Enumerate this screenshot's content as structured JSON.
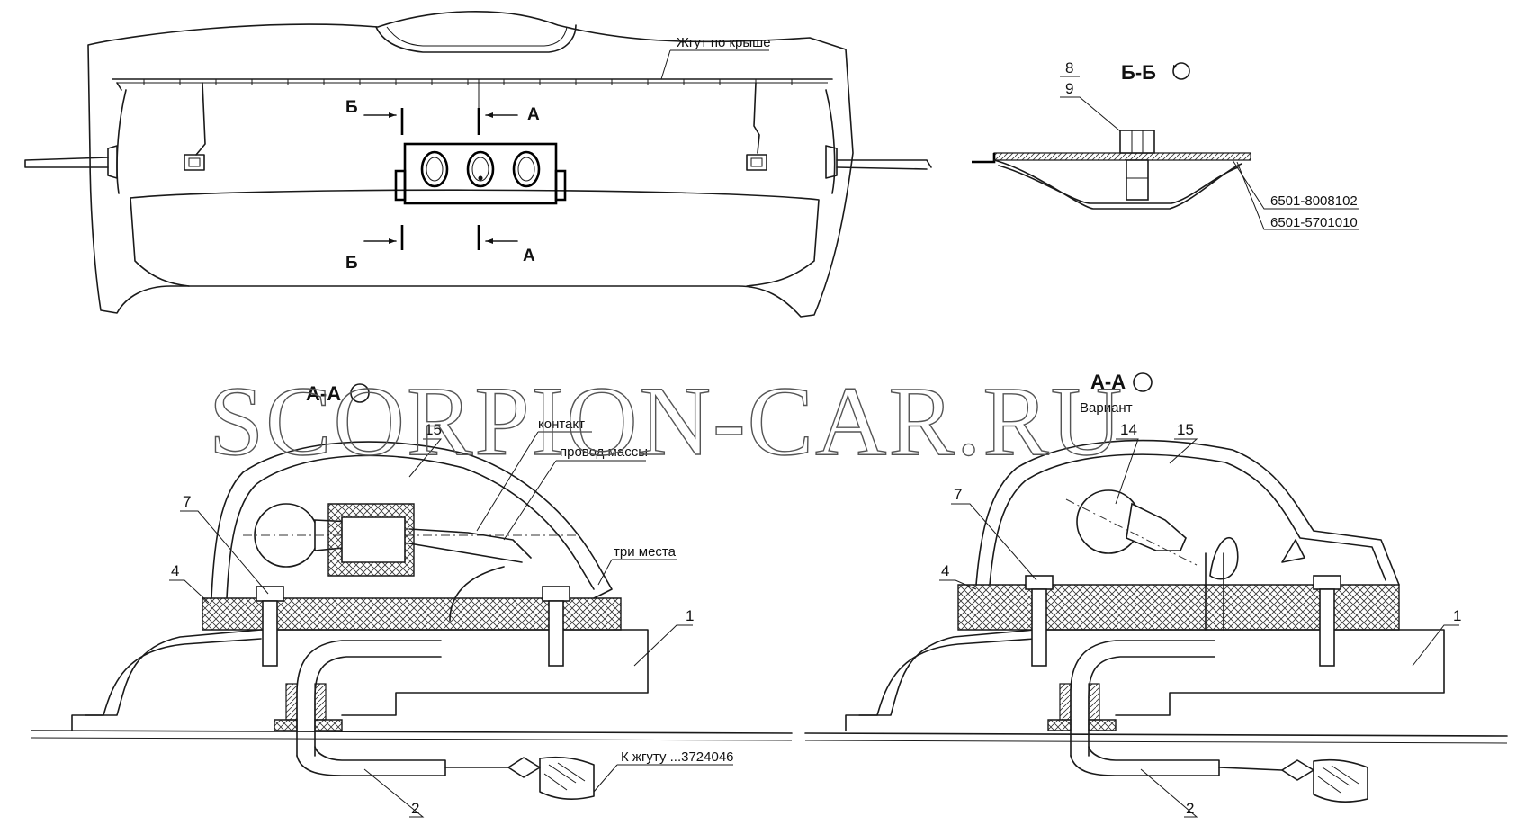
{
  "top_view": {
    "harness_label": "Жгут по крыше",
    "section_b_top": "Б",
    "section_a_top": "А",
    "section_b_bottom": "Б",
    "section_a_bottom": "А"
  },
  "detail_bb": {
    "title": "Б-Б",
    "callout_top": "8",
    "callout_bottom": "9",
    "part_1": "6501-8008102",
    "part_2": "6501-5701010"
  },
  "watermark": "SCORPION-CAR.RU",
  "section_left": {
    "title": "А-А",
    "callout_15": "15",
    "callout_7": "7",
    "callout_4": "4",
    "callout_1": "1",
    "callout_2": "2",
    "contact_label": "контакт",
    "ground_wire_label": "провод массы",
    "three_places_label": "три места",
    "harness_ref_label": "К жгуту ...3724046"
  },
  "section_right": {
    "title": "А-А",
    "variant_label": "Вариант",
    "callout_14": "14",
    "callout_15": "15",
    "callout_7": "7",
    "callout_4": "4",
    "callout_1": "1",
    "callout_2": "2"
  }
}
